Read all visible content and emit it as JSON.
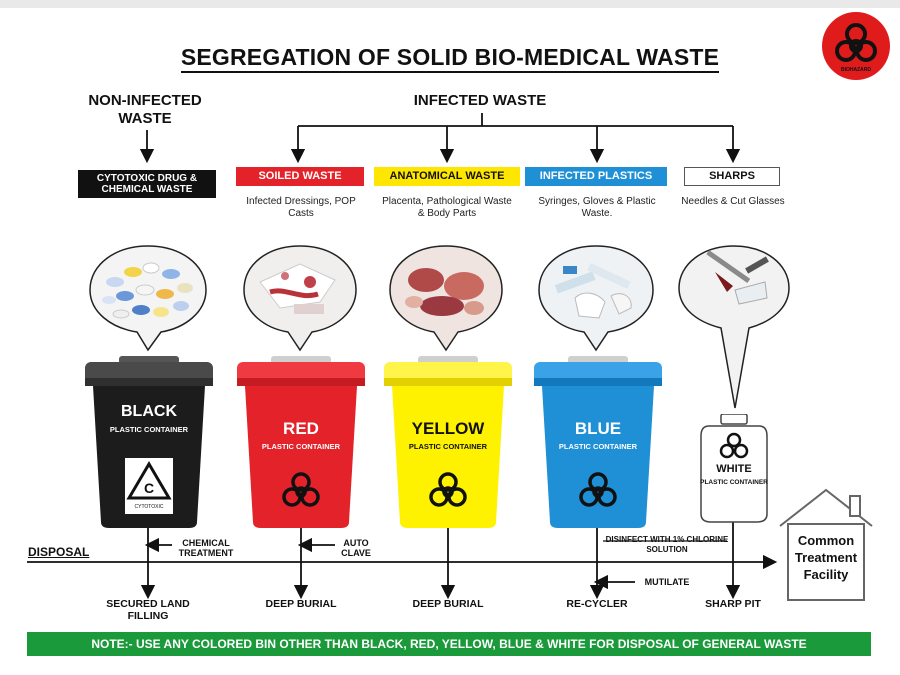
{
  "title": "SEGREGATION OF SOLID BIO-MEDICAL WASTE",
  "emblem": {
    "icon": "biohazard-icon",
    "color": "#e01b1b",
    "caption": "BIOHAZARD"
  },
  "headers": {
    "non_infected": "NON-INFECTED WASTE",
    "infected": "INFECTED WASTE"
  },
  "categories": [
    {
      "tag": "CYTOTOXIC DRUG & CHEMICAL WASTE",
      "tag_bg": "#111111",
      "tag_fg": "#ffffff",
      "desc": "",
      "bin_name": "BLACK",
      "bin_sub": "PLASTIC CONTAINER",
      "bin_color": "#1c1c1c",
      "bin_mark": "cytotoxic-symbol-icon",
      "cytotoxic_letter": "C",
      "cytotoxic_caption": "CYTOTOXIC",
      "treatment": "CHEMICAL TREATMENT",
      "disposal": "SECURED LAND FILLING"
    },
    {
      "tag": "SOILED WASTE",
      "tag_bg": "#e32229",
      "tag_fg": "#ffffff",
      "desc": "Infected Dressings, POP Casts",
      "bin_name": "RED",
      "bin_sub": "PLASTIC CONTAINER",
      "bin_color": "#e32229",
      "bin_mark": "biohazard-icon",
      "treatment": "AUTO CLAVE",
      "disposal": "DEEP BURIAL"
    },
    {
      "tag": "ANATOMICAL WASTE",
      "tag_bg": "#ffe600",
      "tag_fg": "#111111",
      "desc": "Placenta, Pathological Waste & Body Parts",
      "bin_name": "YELLOW",
      "bin_sub": "PLASTIC CONTAINER",
      "bin_color": "#fff200",
      "bin_mark": "biohazard-icon",
      "treatment": "",
      "disposal": "DEEP BURIAL"
    },
    {
      "tag": "INFECTED PLASTICS",
      "tag_bg": "#1f8fd6",
      "tag_fg": "#ffffff",
      "desc": "Syringes, Gloves & Plastic Waste.",
      "bin_name": "BLUE",
      "bin_sub": "PLASTIC CONTAINER",
      "bin_color": "#1f8fd6",
      "bin_mark": "biohazard-icon",
      "treatment": "DISINFECT WITH 1% CHLORINE SOLUTION",
      "extra_treatment": "MUTILATE",
      "disposal": "RE-CYCLER"
    },
    {
      "tag": "SHARPS",
      "tag_bg": "#ffffff",
      "tag_fg": "#111111",
      "desc": "Needles & Cut Glasses",
      "bin_name": "WHITE",
      "bin_sub": "PLASTIC CONTAINER",
      "bin_color": "#ffffff",
      "bin_mark": "biohazard-icon",
      "treatment": "",
      "disposal": "SHARP PIT"
    }
  ],
  "disposal_label": "DISPOSAL",
  "facility": {
    "line1": "Common",
    "line2": "Treatment",
    "line3": "Facility"
  },
  "note": "NOTE:- USE ANY COLORED BIN OTHER THAN BLACK, RED, YELLOW, BLUE & WHITE FOR DISPOSAL OF GENERAL WASTE",
  "note_color": "#1a9a3a"
}
